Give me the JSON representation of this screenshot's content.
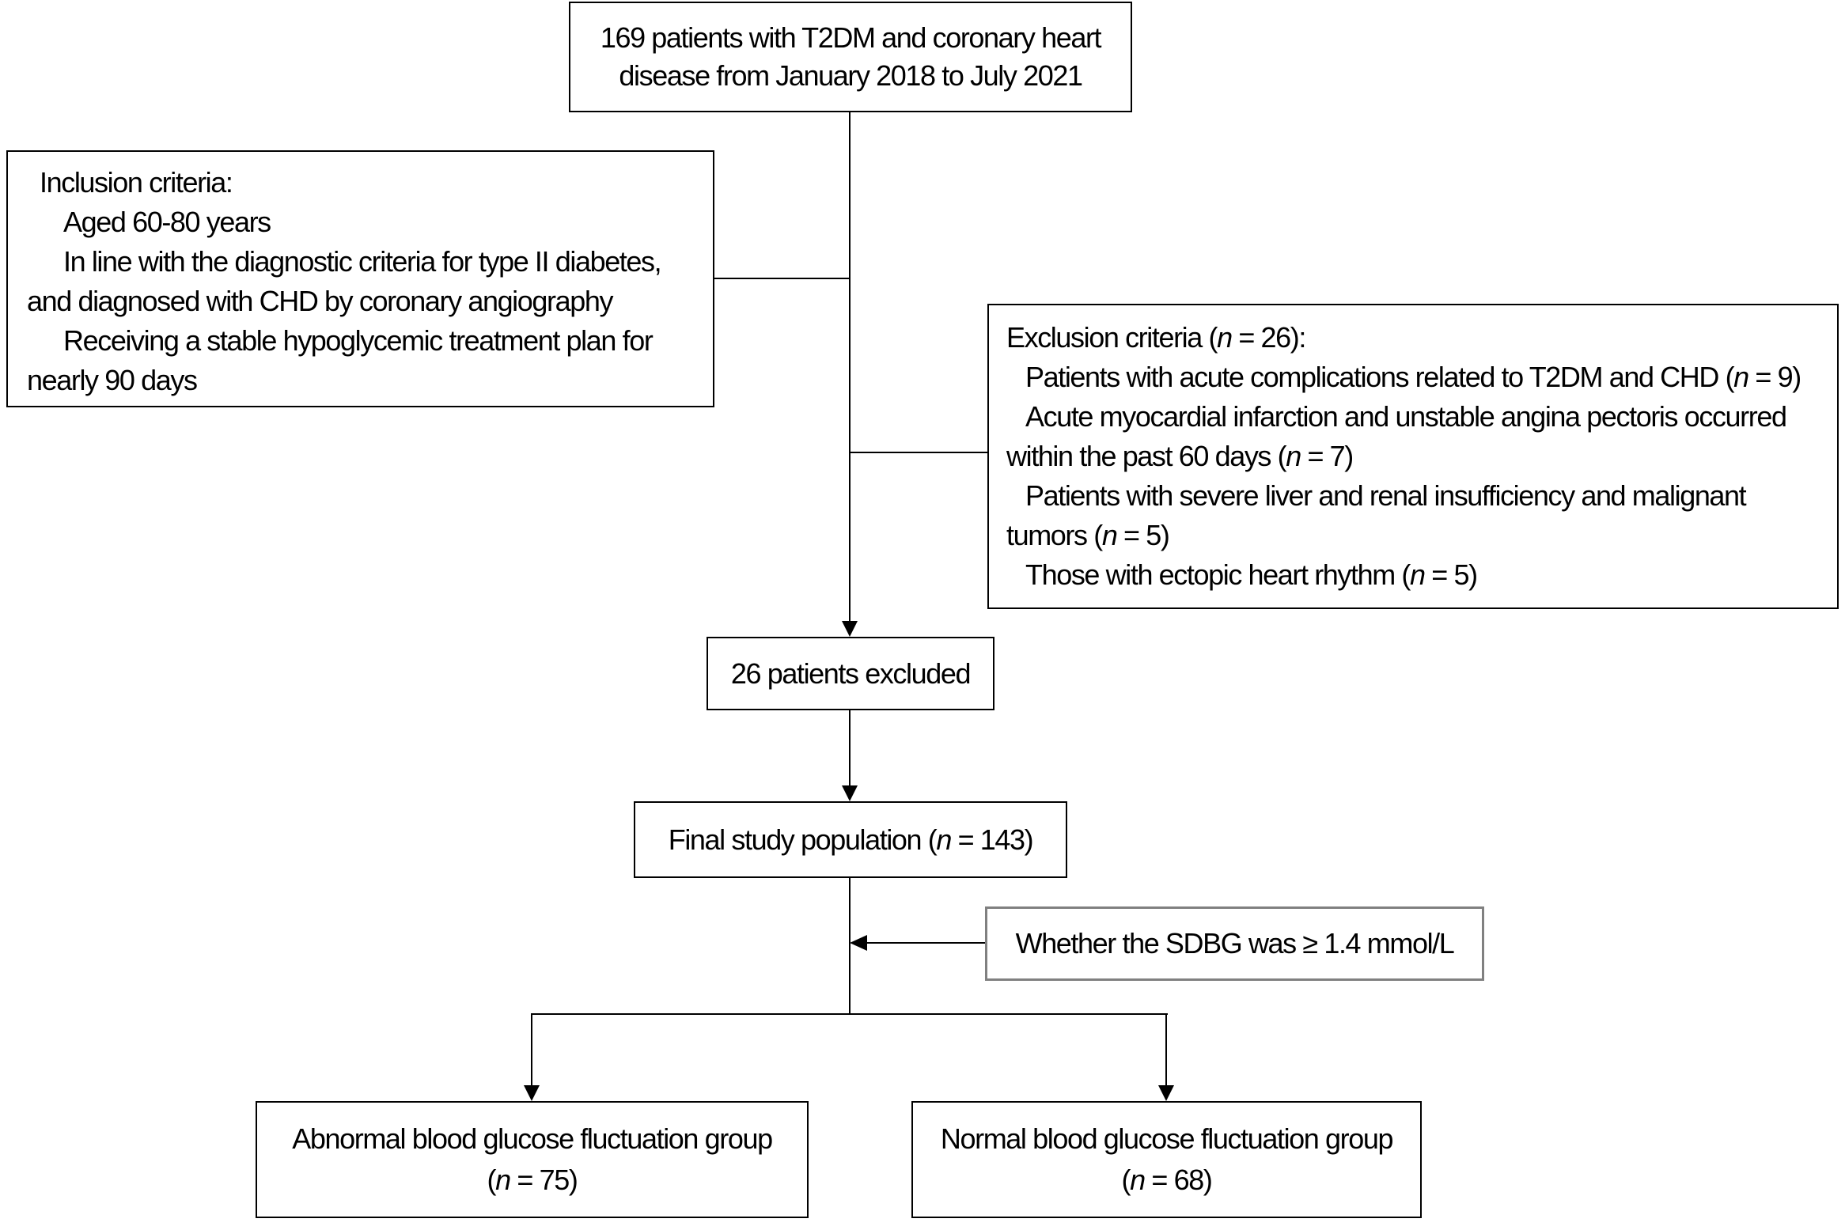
{
  "diagram": {
    "title": "Patient enrollment flowchart",
    "background_color": "#ffffff",
    "line_color": "#000000",
    "sdbg_border_color": "#808080",
    "boxes": {
      "top": {
        "lines": [
          {
            "indent": 0,
            "segments": [
              {
                "text": "169 patients with T2DM and coronary heart"
              }
            ]
          },
          {
            "indent": 0,
            "segments": [
              {
                "text": "disease from January 2018 to July 2021"
              }
            ]
          }
        ]
      },
      "inclusion": {
        "lines": [
          {
            "indent": 1,
            "segments": [
              {
                "text": "Inclusion criteria:"
              }
            ]
          },
          {
            "indent": 2,
            "segments": [
              {
                "text": "Aged 60-80 years"
              }
            ]
          },
          {
            "indent": 2,
            "segments": [
              {
                "text": "In line with the diagnostic criteria for type II diabetes,"
              }
            ]
          },
          {
            "indent": 0,
            "segments": [
              {
                "text": "and diagnosed with CHD by coronary angiography"
              }
            ]
          },
          {
            "indent": 2,
            "segments": [
              {
                "text": "Receiving a stable hypoglycemic treatment plan for"
              }
            ]
          },
          {
            "indent": 0,
            "segments": [
              {
                "text": "nearly 90 days"
              }
            ]
          }
        ]
      },
      "exclusion": {
        "lines": [
          {
            "indent": 0,
            "segments": [
              {
                "text": "Exclusion criteria ("
              },
              {
                "text": "n",
                "italic": true
              },
              {
                "text": " = 26):"
              }
            ]
          },
          {
            "indent": 2,
            "segments": [
              {
                "text": "Patients with acute complications related to T2DM and CHD ("
              },
              {
                "text": "n",
                "italic": true
              },
              {
                "text": " = 9)"
              }
            ]
          },
          {
            "indent": 2,
            "segments": [
              {
                "text": "Acute myocardial infarction and unstable angina pectoris occurred"
              }
            ]
          },
          {
            "indent": 0,
            "segments": [
              {
                "text": "within the past 60 days ("
              },
              {
                "text": "n",
                "italic": true
              },
              {
                "text": " = 7)"
              }
            ]
          },
          {
            "indent": 2,
            "segments": [
              {
                "text": "Patients with severe liver and renal insufficiency and malignant"
              }
            ]
          },
          {
            "indent": 0,
            "segments": [
              {
                "text": "tumors ("
              },
              {
                "text": "n",
                "italic": true
              },
              {
                "text": " = 5)"
              }
            ]
          },
          {
            "indent": 2,
            "segments": [
              {
                "text": "Those with ectopic heart rhythm ("
              },
              {
                "text": "n",
                "italic": true
              },
              {
                "text": " = 5)"
              }
            ]
          }
        ]
      },
      "excluded": {
        "lines": [
          {
            "indent": 0,
            "segments": [
              {
                "text": "26 patients excluded"
              }
            ]
          }
        ]
      },
      "final": {
        "lines": [
          {
            "indent": 0,
            "segments": [
              {
                "text": "Final study population ("
              },
              {
                "text": "n",
                "italic": true
              },
              {
                "text": " = 143)"
              }
            ]
          }
        ]
      },
      "sdbg": {
        "lines": [
          {
            "indent": 0,
            "segments": [
              {
                "text": "Whether the SDBG was ≥ 1.4 mmol/L"
              }
            ]
          }
        ]
      },
      "abnormal": {
        "lines": [
          {
            "indent": 0,
            "segments": [
              {
                "text": "Abnormal blood glucose fluctuation group"
              }
            ]
          },
          {
            "indent": 0,
            "segments": [
              {
                "text": "("
              },
              {
                "text": "n",
                "italic": true
              },
              {
                "text": " = 75)"
              }
            ]
          }
        ]
      },
      "normal": {
        "lines": [
          {
            "indent": 0,
            "segments": [
              {
                "text": "Normal blood glucose fluctuation group"
              }
            ]
          },
          {
            "indent": 0,
            "segments": [
              {
                "text": "("
              },
              {
                "text": "n",
                "italic": true
              },
              {
                "text": " = 68)"
              }
            ]
          }
        ]
      }
    }
  }
}
